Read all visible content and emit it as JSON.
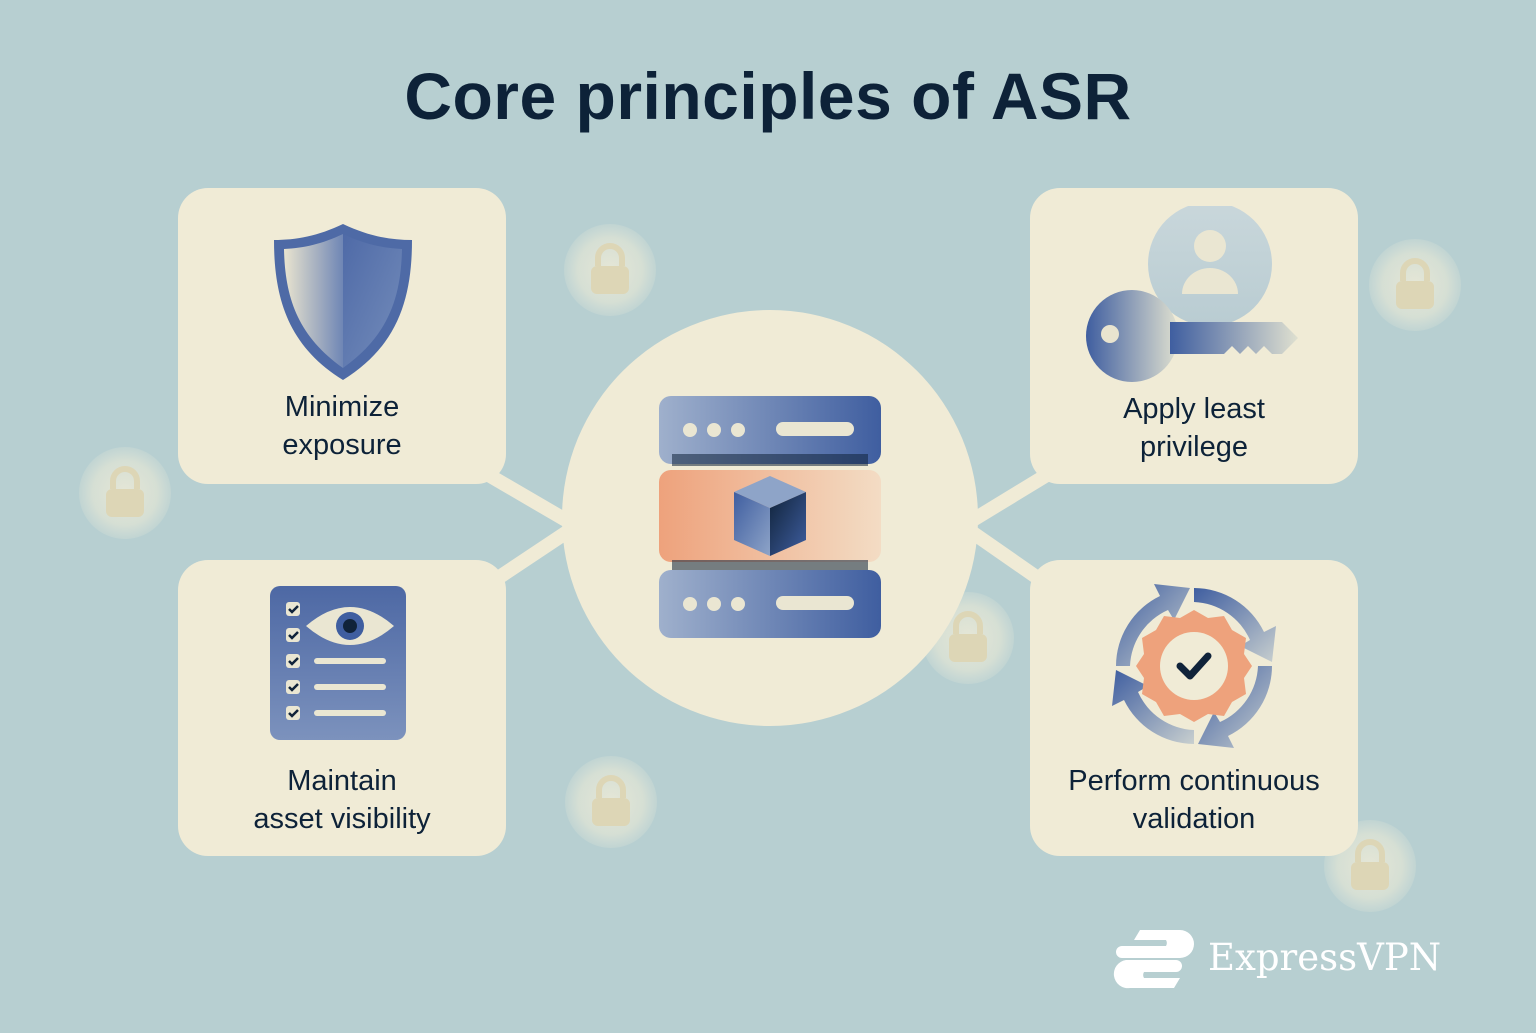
{
  "title": "Core principles of ASR",
  "principles": [
    {
      "label": "Minimize\nexposure",
      "icon": "shield-icon"
    },
    {
      "label": "Apply least\nprivilege",
      "icon": "key-user-icon"
    },
    {
      "label": "Maintain\nasset visibility",
      "icon": "checklist-eye-icon"
    },
    {
      "label": "Perform continuous\nvalidation",
      "icon": "cycle-check-icon"
    }
  ],
  "center_icon": "server-stack-icon",
  "brand": {
    "name": "ExpressVPN"
  },
  "colors": {
    "background": "#b7cfd1",
    "card": "#f0ebd6",
    "title": "#0d2238",
    "accent_orange": "#eea27c",
    "accent_blue": "#3f5ea0"
  }
}
